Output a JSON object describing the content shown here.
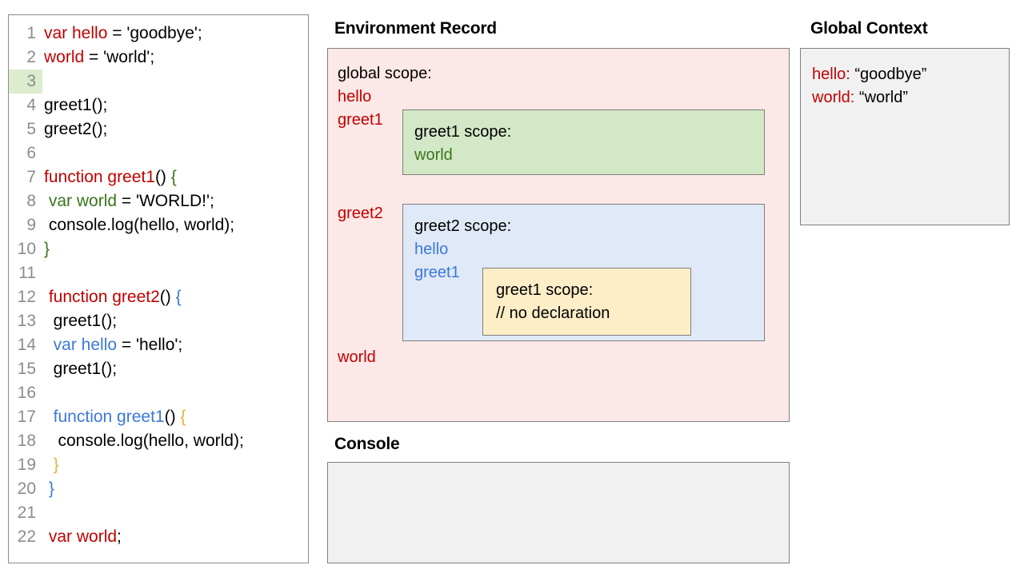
{
  "editor": {
    "highlighted_line": 3,
    "lines": [
      {
        "num": "1",
        "tokens": [
          {
            "t": "var hello",
            "c": "red"
          },
          {
            "t": " = 'goodbye';",
            "c": "plain"
          }
        ]
      },
      {
        "num": "2",
        "tokens": [
          {
            "t": "world",
            "c": "red"
          },
          {
            "t": " = 'world';",
            "c": "plain"
          }
        ]
      },
      {
        "num": "3",
        "tokens": [
          {
            "t": "",
            "c": "plain"
          }
        ]
      },
      {
        "num": "4",
        "tokens": [
          {
            "t": "greet1();",
            "c": "plain"
          }
        ]
      },
      {
        "num": "5",
        "tokens": [
          {
            "t": "greet2();",
            "c": "plain"
          }
        ]
      },
      {
        "num": "6",
        "tokens": [
          {
            "t": "",
            "c": "plain"
          }
        ]
      },
      {
        "num": "7",
        "tokens": [
          {
            "t": "function greet1",
            "c": "red"
          },
          {
            "t": "() ",
            "c": "plain"
          },
          {
            "t": "{",
            "c": "green"
          }
        ]
      },
      {
        "num": "8",
        "tokens": [
          {
            "t": " ",
            "c": "plain"
          },
          {
            "t": "var world",
            "c": "green"
          },
          {
            "t": " = 'WORLD!';",
            "c": "plain"
          }
        ]
      },
      {
        "num": "9",
        "tokens": [
          {
            "t": " console.log(hello, world);",
            "c": "plain"
          }
        ]
      },
      {
        "num": "10",
        "tokens": [
          {
            "t": "}",
            "c": "green"
          }
        ]
      },
      {
        "num": "11",
        "tokens": [
          {
            "t": "",
            "c": "plain"
          }
        ]
      },
      {
        "num": "12",
        "tokens": [
          {
            "t": " ",
            "c": "plain"
          },
          {
            "t": "function greet2",
            "c": "red"
          },
          {
            "t": "() ",
            "c": "plain"
          },
          {
            "t": "{",
            "c": "blue"
          }
        ]
      },
      {
        "num": "13",
        "tokens": [
          {
            "t": "  greet1();",
            "c": "plain"
          }
        ]
      },
      {
        "num": "14",
        "tokens": [
          {
            "t": "  ",
            "c": "plain"
          },
          {
            "t": "var hello",
            "c": "blue"
          },
          {
            "t": " = 'hello';",
            "c": "plain"
          }
        ]
      },
      {
        "num": "15",
        "tokens": [
          {
            "t": "  greet1();",
            "c": "plain"
          }
        ]
      },
      {
        "num": "16",
        "tokens": [
          {
            "t": "",
            "c": "plain"
          }
        ]
      },
      {
        "num": "17",
        "tokens": [
          {
            "t": "  ",
            "c": "plain"
          },
          {
            "t": "function greet1",
            "c": "blue"
          },
          {
            "t": "() ",
            "c": "plain"
          },
          {
            "t": "{",
            "c": "yellow"
          }
        ]
      },
      {
        "num": "18",
        "tokens": [
          {
            "t": "   console.log(hello, world);",
            "c": "plain"
          }
        ]
      },
      {
        "num": "19",
        "tokens": [
          {
            "t": "  ",
            "c": "plain"
          },
          {
            "t": "}",
            "c": "yellow"
          }
        ]
      },
      {
        "num": "20",
        "tokens": [
          {
            "t": " ",
            "c": "plain"
          },
          {
            "t": "}",
            "c": "blue"
          }
        ]
      },
      {
        "num": "21",
        "tokens": [
          {
            "t": "",
            "c": "plain"
          }
        ]
      },
      {
        "num": "22",
        "tokens": [
          {
            "t": " ",
            "c": "plain"
          },
          {
            "t": "var world",
            "c": "red"
          },
          {
            "t": ";",
            "c": "plain"
          }
        ]
      }
    ]
  },
  "environment_record": {
    "title": "Environment Record",
    "global": {
      "heading": "global scope:",
      "bindings": [
        "hello",
        "greet1",
        "greet2",
        "world"
      ]
    },
    "greet1_scope": {
      "heading": "greet1 scope:",
      "bindings": [
        "world"
      ]
    },
    "greet2_scope": {
      "heading": "greet2 scope:",
      "bindings": [
        "hello",
        "greet1"
      ]
    },
    "greet1_inner_scope": {
      "heading": "greet1 scope:",
      "note": "// no declaration"
    }
  },
  "console": {
    "title": "Console",
    "output": ""
  },
  "global_context": {
    "title": "Global Context",
    "entries": [
      {
        "key": "hello:",
        "value": " “goodbye”"
      },
      {
        "key": "world:",
        "value": " “world”"
      }
    ]
  },
  "colors": {
    "red": "#c00000",
    "green": "#38761d",
    "blue": "#3c78d8",
    "yellow": "#e8b33d",
    "global_scope_bg": "#fce8e6",
    "greet1_scope_bg": "#d3e8c6",
    "greet2_scope_bg": "#dfe9f8",
    "greet1_inner_bg": "#fdeec8",
    "panel_bg": "#f1f1f1",
    "border": "#7f7f7f",
    "line_highlight": "#dbeccf"
  }
}
